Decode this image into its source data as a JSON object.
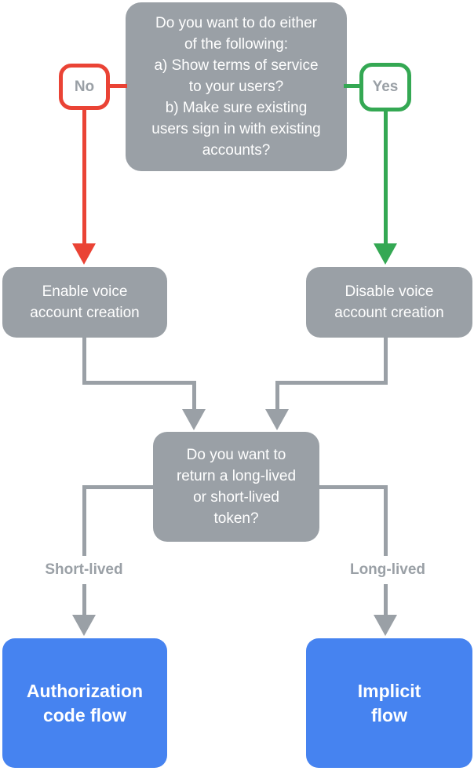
{
  "colors": {
    "node_gray": "#9AA0A6",
    "branch_no_red": "#EA4335",
    "branch_yes_green": "#34A853",
    "outcome_blue": "#4683F0",
    "label_text_gray": "#9AA0A6",
    "node_text_white": "#FFFFFF",
    "background": "#FFFFFF"
  },
  "flowchart": {
    "top_question": "Do you want to do either\nof the following:\na) Show terms of service\nto your users?\nb) Make sure existing\nusers sign in with existing\naccounts?",
    "no_label": "No",
    "yes_label": "Yes",
    "no_action": "Enable voice\naccount creation",
    "yes_action": "Disable voice\naccount creation",
    "token_question": "Do you want to\nreturn a long-lived\nor short-lived\ntoken?",
    "short_lived_label": "Short-lived",
    "long_lived_label": "Long-lived",
    "short_lived_outcome": "Authorization\ncode flow",
    "long_lived_outcome": "Implicit\nflow"
  }
}
